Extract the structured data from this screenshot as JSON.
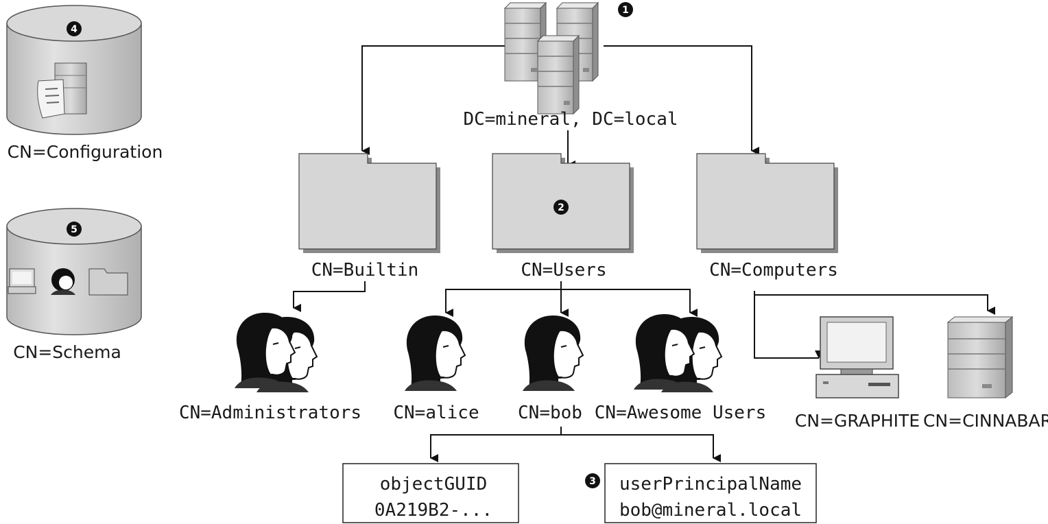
{
  "callouts": {
    "one": "1",
    "two": "2",
    "three": "3",
    "four": "4",
    "five": "5"
  },
  "domain": {
    "label": "DC=mineral, DC=local"
  },
  "containers": {
    "builtin": "CN=Builtin",
    "users": "CN=Users",
    "computers": "CN=Computers"
  },
  "partitions": {
    "configuration": "CN=Configuration",
    "schema": "CN=Schema"
  },
  "objects": {
    "administrators": "CN=Administrators",
    "alice": "CN=alice",
    "bob": "CN=bob",
    "awesome_users": "CN=Awesome Users",
    "graphite": "CN=GRAPHITE",
    "cinnabar": "CN=CINNABAR"
  },
  "attributes": {
    "guid": {
      "name": "objectGUID",
      "value": "0A219B2-..."
    },
    "upn": {
      "name": "userPrincipalName",
      "value": "bob@mineral.local"
    }
  },
  "colors": {
    "line": "#111111",
    "folder": "#d6d6d6",
    "folder_shadow": "#8a8a8a",
    "cylinder": "#d4d4d4",
    "server": "#c9c9c9",
    "person": "#111111"
  }
}
